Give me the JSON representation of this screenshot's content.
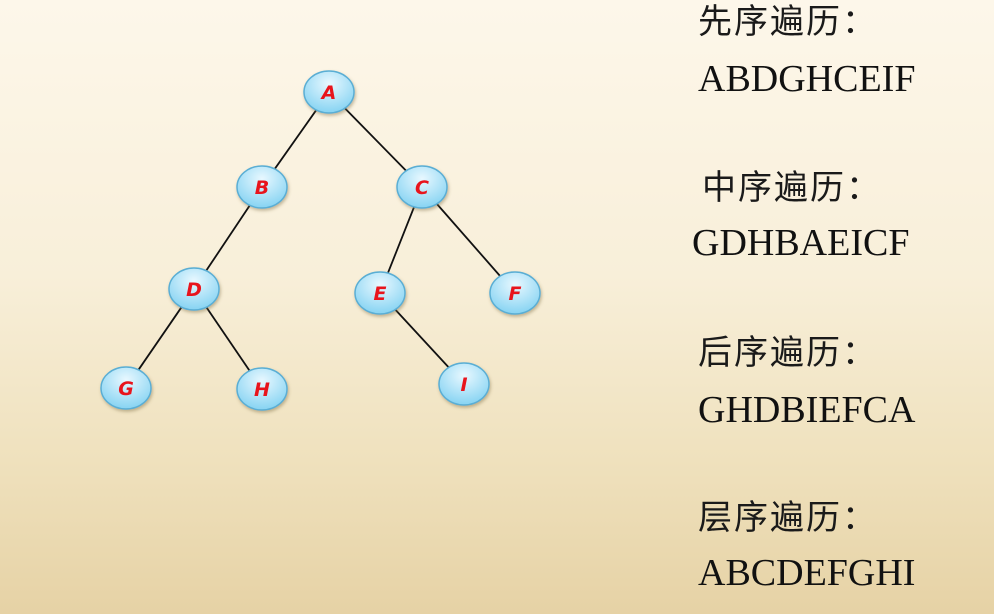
{
  "tree": {
    "nodes": [
      {
        "id": "A",
        "label": "A"
      },
      {
        "id": "B",
        "label": "B"
      },
      {
        "id": "C",
        "label": "C"
      },
      {
        "id": "D",
        "label": "D"
      },
      {
        "id": "E",
        "label": "E"
      },
      {
        "id": "F",
        "label": "F"
      },
      {
        "id": "G",
        "label": "G"
      },
      {
        "id": "H",
        "label": "H"
      },
      {
        "id": "I",
        "label": "I"
      }
    ],
    "edges": [
      [
        "A",
        "B"
      ],
      [
        "A",
        "C"
      ],
      [
        "B",
        "D"
      ],
      [
        "C",
        "E"
      ],
      [
        "C",
        "F"
      ],
      [
        "D",
        "G"
      ],
      [
        "D",
        "H"
      ],
      [
        "E",
        "I"
      ]
    ],
    "colors": {
      "node_fill_top": "#e8f8ff",
      "node_fill_bottom": "#86d3f2",
      "node_stroke": "#5aaed4",
      "label": "#e8141c",
      "edge": "#111111"
    }
  },
  "traversals": {
    "preorder": {
      "title": "先序遍历：",
      "sequence": "ABDGHCEIF"
    },
    "inorder": {
      "title": "中序遍历：",
      "sequence": "GDHBAEICF"
    },
    "postorder": {
      "title": "后序遍历：",
      "sequence": "GHDBIEFCA"
    },
    "levelorder": {
      "title": "层序遍历：",
      "sequence": "ABCDEFGHI"
    }
  }
}
